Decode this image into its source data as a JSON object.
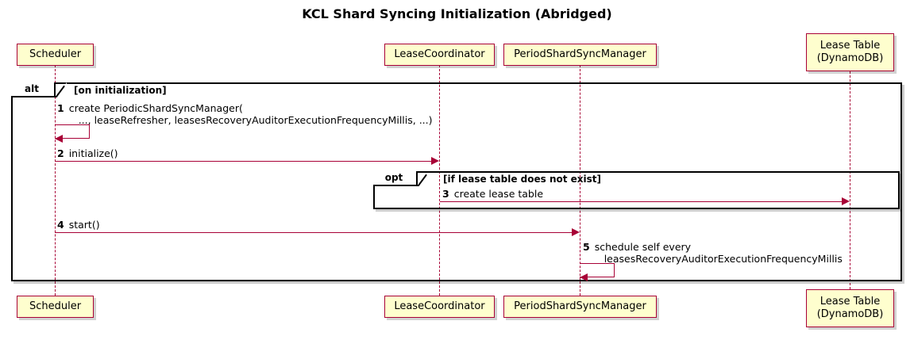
{
  "title": "KCL Shard Syncing Initialization (Abridged)",
  "participants": [
    {
      "id": "scheduler",
      "label_lines": [
        "Scheduler"
      ]
    },
    {
      "id": "lease-coordinator",
      "label_lines": [
        "LeaseCoordinator"
      ]
    },
    {
      "id": "period-shard-sync-manager",
      "label_lines": [
        "PeriodShardSyncManager"
      ]
    },
    {
      "id": "lease-table",
      "label_lines": [
        "Lease Table",
        "(DynamoDB)"
      ]
    }
  ],
  "fragments": [
    {
      "id": "alt",
      "type_label": "alt",
      "guard": "[on initialization]"
    },
    {
      "id": "opt",
      "type_label": "opt",
      "guard": "[if lease table does not exist]"
    }
  ],
  "messages": [
    {
      "num": "1",
      "lines": [
        "create PeriodicShardSyncManager(",
        "..., leaseRefresher, leasesRecoveryAuditorExecutionFrequencyMillis, ...)"
      ],
      "from": "scheduler",
      "to": "scheduler",
      "self": true
    },
    {
      "num": "2",
      "lines": [
        "initialize()"
      ],
      "from": "scheduler",
      "to": "lease-coordinator",
      "self": false
    },
    {
      "num": "3",
      "lines": [
        "create lease table"
      ],
      "from": "lease-coordinator",
      "to": "lease-table",
      "self": false
    },
    {
      "num": "4",
      "lines": [
        "start()"
      ],
      "from": "scheduler",
      "to": "period-shard-sync-manager",
      "self": false
    },
    {
      "num": "5",
      "lines": [
        "schedule self every",
        "leasesRecoveryAuditorExecutionFrequencyMillis"
      ],
      "from": "period-shard-sync-manager",
      "to": "period-shard-sync-manager",
      "self": true
    }
  ],
  "colors": {
    "participant_fill": "#FEFECE",
    "participant_border": "#A80036",
    "arrow": "#A80036",
    "frame_border": "#000000",
    "background": "#FFFFFF"
  }
}
